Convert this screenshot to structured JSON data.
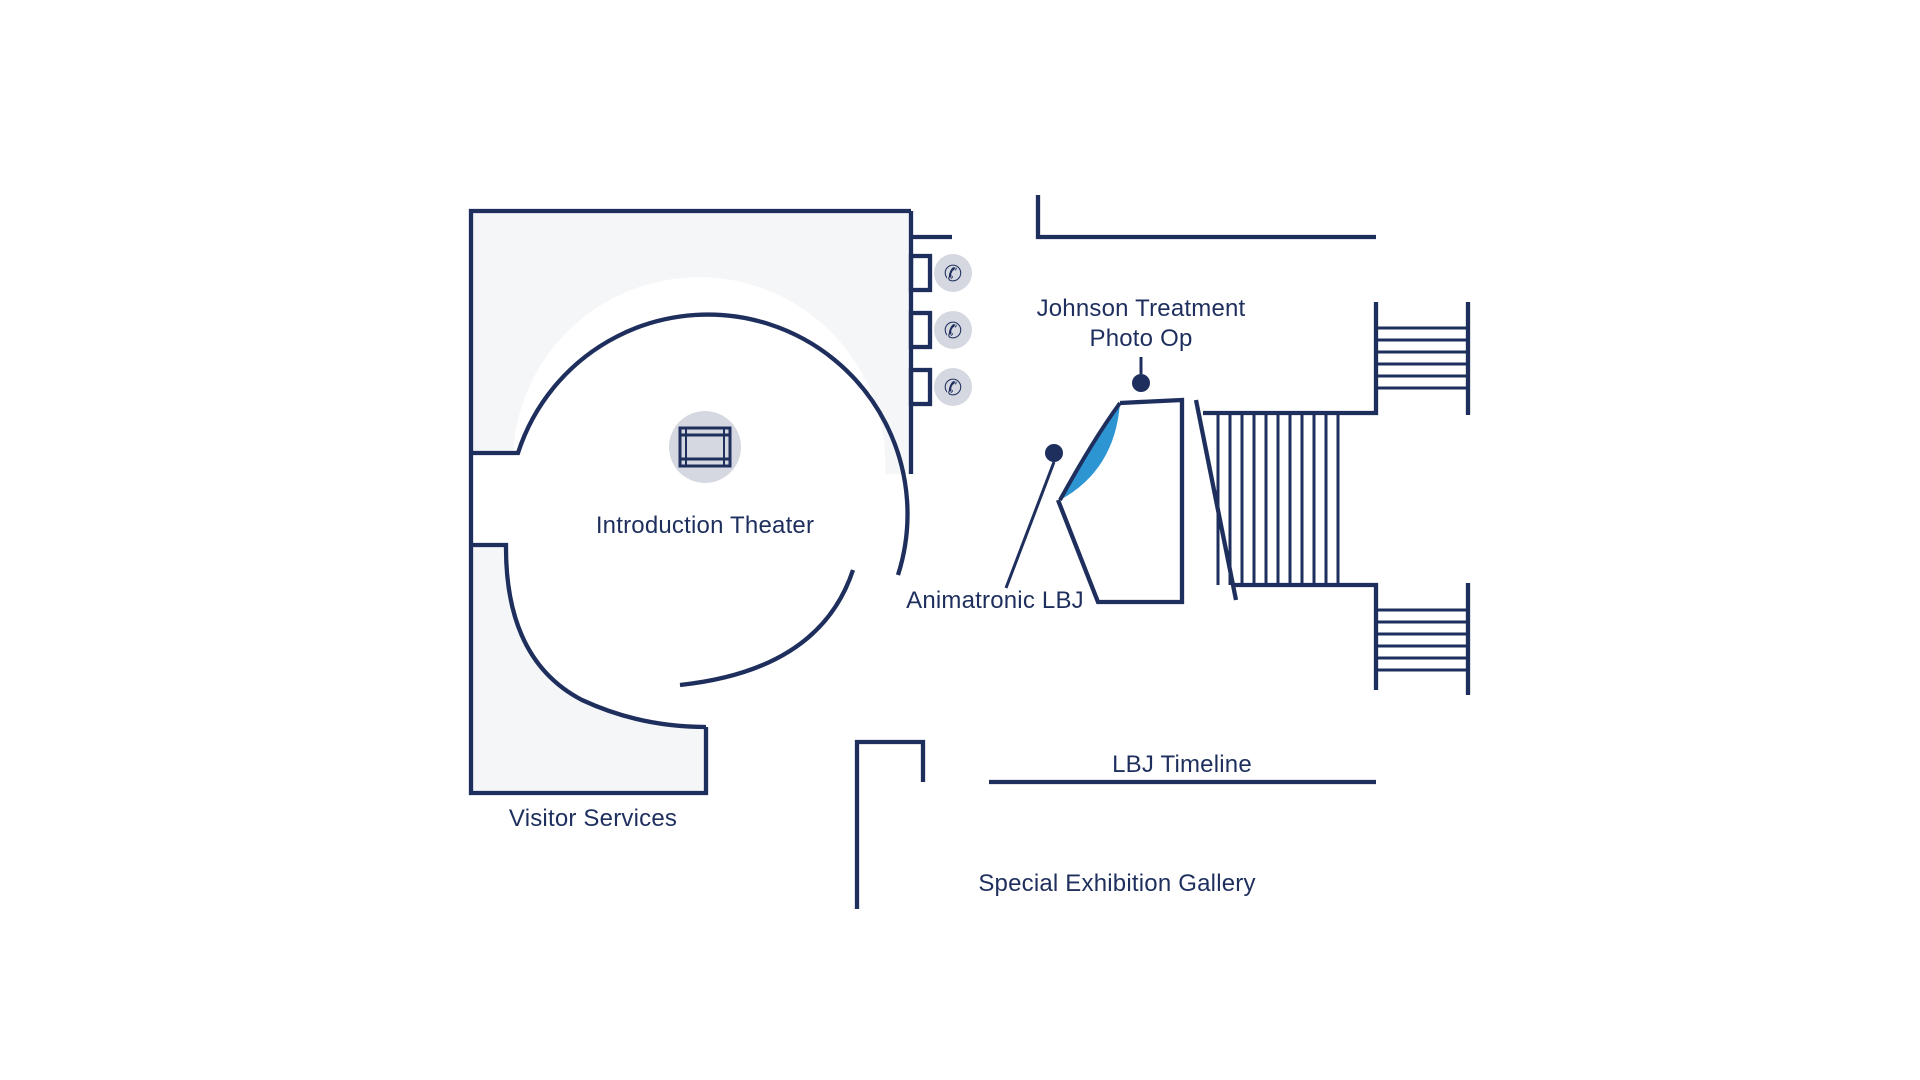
{
  "map": {
    "labels": {
      "introduction_theater": "Introduction Theater",
      "visitor_services": "Visitor Services",
      "johnson_treatment_line1": "Johnson Treatment",
      "johnson_treatment_line2": "Photo Op",
      "animatronic_lbj": "Animatronic LBJ",
      "lbj_timeline": "LBJ Timeline",
      "special_exhibition_gallery": "Special Exhibition Gallery"
    },
    "icons": {
      "theater": "film-icon",
      "phones": [
        "phone-icon",
        "phone-icon",
        "phone-icon"
      ]
    },
    "colors": {
      "wall": "#1e2f5e",
      "room_fill": "#f5f6f8",
      "icon_circle": "#d5d8e0",
      "highlight": "#2e95d3"
    }
  }
}
